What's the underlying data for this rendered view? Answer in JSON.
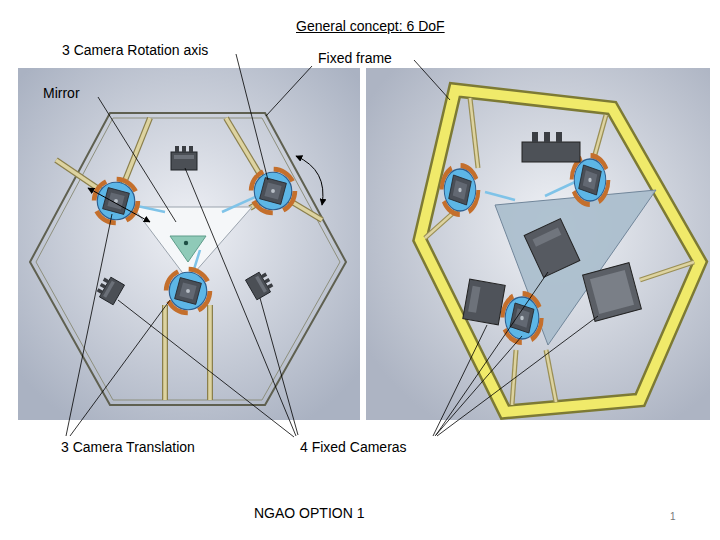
{
  "diagram": {
    "title": "General concept: 6 DoF",
    "caption": "NGAO OPTION 1",
    "labels": [
      "3 Camera Rotation axis",
      "Fixed frame",
      "Mirror",
      "3 Camera Translation",
      "4 Fixed Cameras",
      "1"
    ]
  }
}
